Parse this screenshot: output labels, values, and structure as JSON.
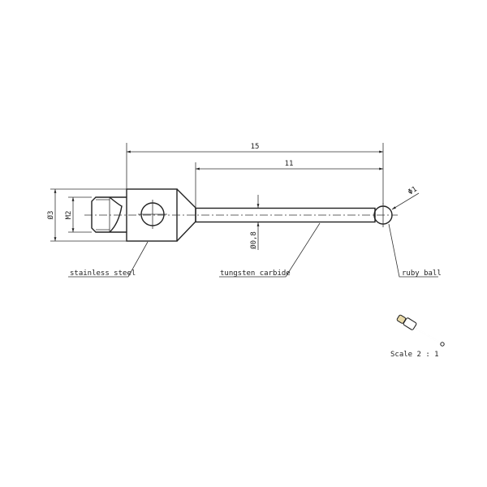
{
  "dimensions": {
    "overall_length": "15",
    "stem_length": "11",
    "body_diameter": "Ø3",
    "thread": "M2",
    "stem_diameter": "Ø0,8",
    "ball_diameter": "Φ1"
  },
  "labels": {
    "body_material": "stainless steel",
    "stem_material": "tungsten carbide",
    "tip_material": "ruby ball"
  },
  "scale": "Scale 2 : 1"
}
